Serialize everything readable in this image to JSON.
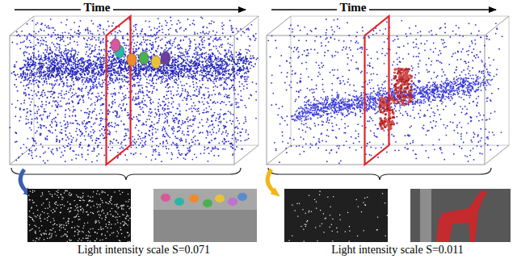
{
  "diagram": {
    "labels": [
      "Time",
      "Time",
      "Light intensity scale S=0.071",
      "Light intensity scale S=0.011"
    ]
  }
}
